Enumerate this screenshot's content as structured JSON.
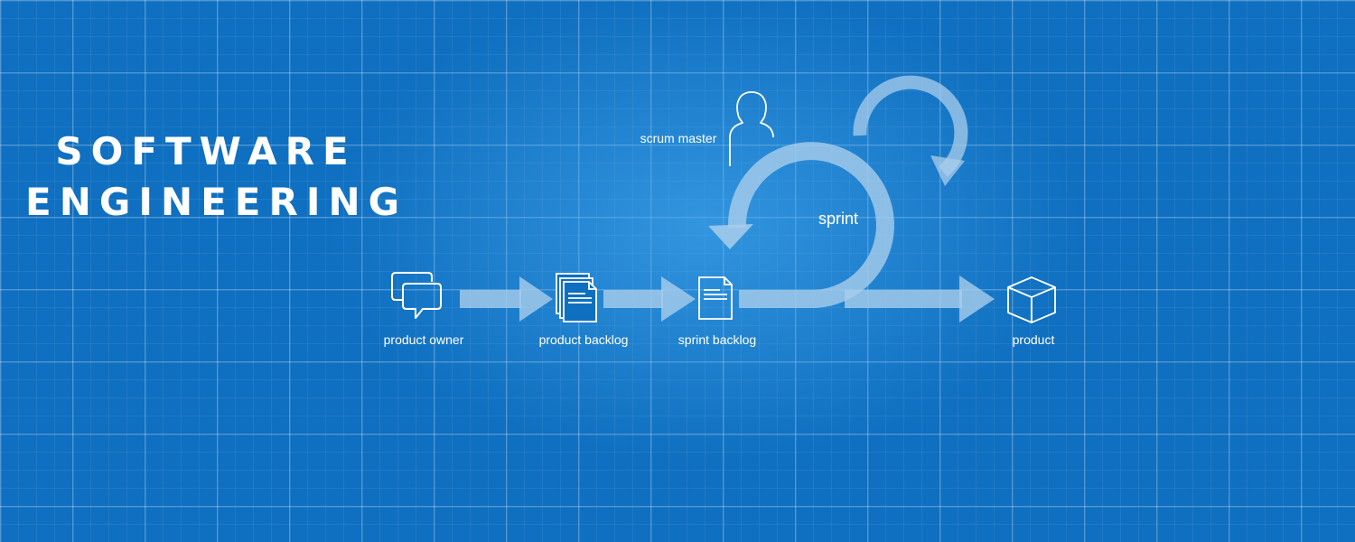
{
  "headline": {
    "line1": "SOFTWARE",
    "line2": "ENGINEERING"
  },
  "diagram": {
    "nodes": {
      "product_owner": {
        "label": "product owner",
        "icon": "speech-bubbles-icon"
      },
      "product_backlog": {
        "label": "product backlog",
        "icon": "document-stack-icon"
      },
      "sprint_backlog": {
        "label": "sprint backlog",
        "icon": "document-icon"
      },
      "product": {
        "label": "product",
        "icon": "cube-icon"
      },
      "scrum_master": {
        "label": "scrum master",
        "icon": "person-icon"
      },
      "sprint": {
        "label": "sprint",
        "icon": "cycle-arrow-icon"
      }
    }
  },
  "colors": {
    "background": "#0f6fc0",
    "arrow": "#a9cdeb",
    "text": "#ffffff"
  }
}
